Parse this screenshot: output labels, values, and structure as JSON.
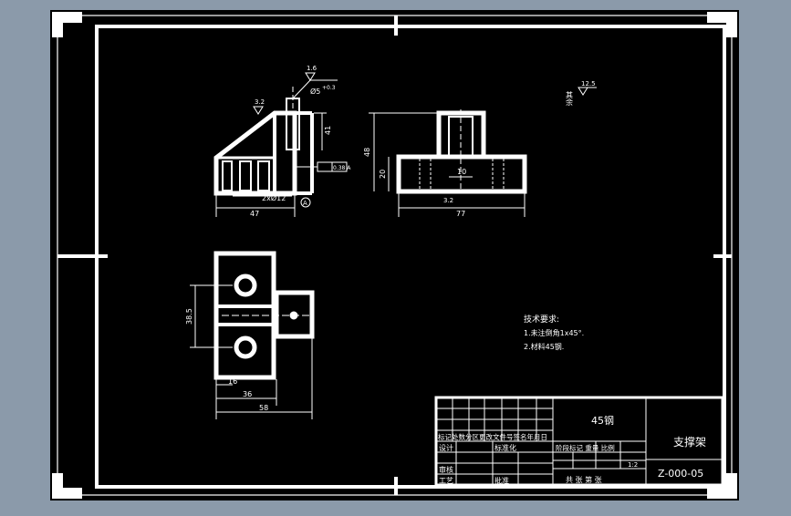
{
  "colors": {
    "background": "#8b9aaa",
    "paper": "#000000",
    "line": "#ffffff"
  },
  "drawing": {
    "title": "支撑架",
    "material": "45钢",
    "drawing_number": "Z-000-05",
    "scale": "1:2",
    "roughness_corner_label": "其余",
    "roughness_corner_value": "12.5",
    "tech_req_title": "技术要求:",
    "tech_req_items": [
      "1.未注倒角1x45°.",
      "2.材料45钢."
    ]
  },
  "dimensions": {
    "front_width": "47",
    "holes": "2xØ12",
    "hole_dia_top": "Ø5",
    "hole_tol": "+0.3",
    "depth_41": "41",
    "tol_box": "0.38 A",
    "datum": "A",
    "roughness_top": "1.6",
    "roughness_left": "3.2",
    "side_width": "77",
    "side_height": "48",
    "side_base": "20",
    "side_center": "10",
    "side_rough": "3.2",
    "plan_v": "38.5",
    "plan_a": "16",
    "plan_b": "36",
    "plan_c": "58"
  },
  "title_block": {
    "revision_header": "标记处数分区更改文件号签名年月日",
    "design": "设计",
    "standard": "标准化",
    "review": "审核",
    "process": "工艺",
    "approve": "批准",
    "stage_header": "阶段标记 重量 比例",
    "sheets": "共 张 第 张"
  }
}
